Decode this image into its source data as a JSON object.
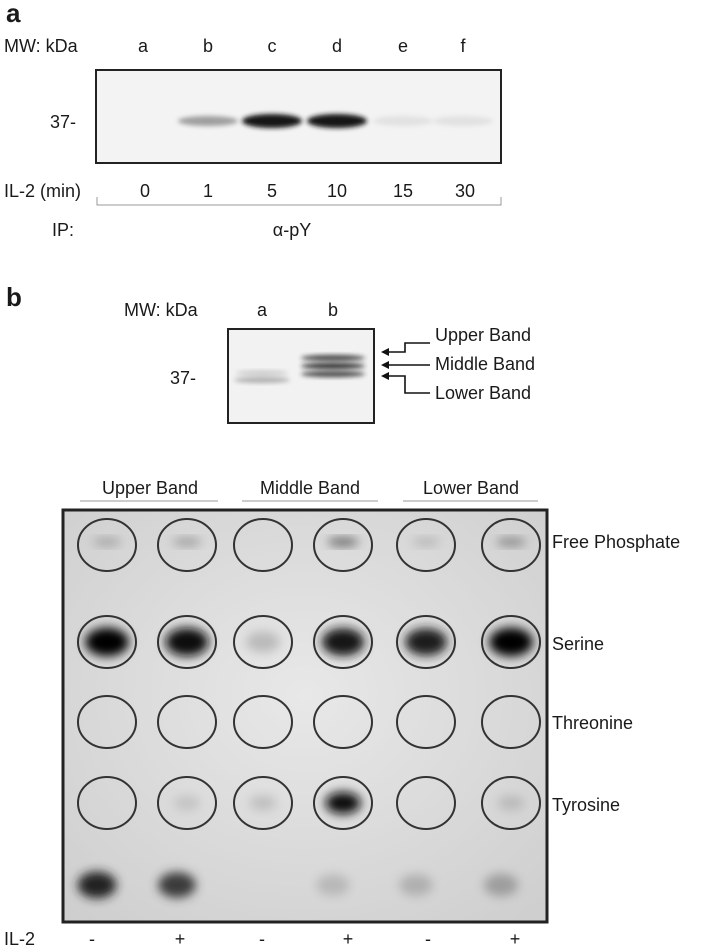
{
  "panel_a": {
    "letter": "a",
    "mw_label": "MW: kDa",
    "lanes": [
      "a",
      "b",
      "c",
      "d",
      "e",
      "f"
    ],
    "marker": "37-",
    "il2_label": "IL-2 (min)",
    "il2_values": [
      "0",
      "1",
      "5",
      "10",
      "15",
      "30"
    ],
    "ip_label": "IP:",
    "ip_value": "α-pY",
    "band_intensity": [
      0.0,
      0.4,
      0.95,
      0.95,
      0.05,
      0.05
    ]
  },
  "panel_b": {
    "letter": "b",
    "mw_label": "MW: kDa",
    "lanes": [
      "a",
      "b"
    ],
    "marker": "37-",
    "band_labels": [
      "Upper Band",
      "Middle Band",
      "Lower Band"
    ],
    "tlc_groups": [
      "Upper Band",
      "Middle Band",
      "Lower Band"
    ],
    "tlc_rows": [
      "Free Phosphate",
      "Serine",
      "Threonine",
      "Tyrosine"
    ],
    "il2_label": "IL-2",
    "il2_signs": [
      "-",
      "+",
      "-",
      "+",
      "-",
      "+"
    ],
    "spot_intensity": [
      [
        0.25,
        0.3,
        0.0,
        0.55,
        0.15,
        0.4
      ],
      [
        1.0,
        0.95,
        0.15,
        0.9,
        0.85,
        1.0
      ],
      [
        0.0,
        0.0,
        0.0,
        0.0,
        0.0,
        0.0
      ],
      [
        0.0,
        0.05,
        0.1,
        0.95,
        0.0,
        0.1
      ]
    ],
    "origin_intensity": [
      0.85,
      0.7,
      0.0,
      0.15,
      0.2,
      0.3
    ]
  }
}
